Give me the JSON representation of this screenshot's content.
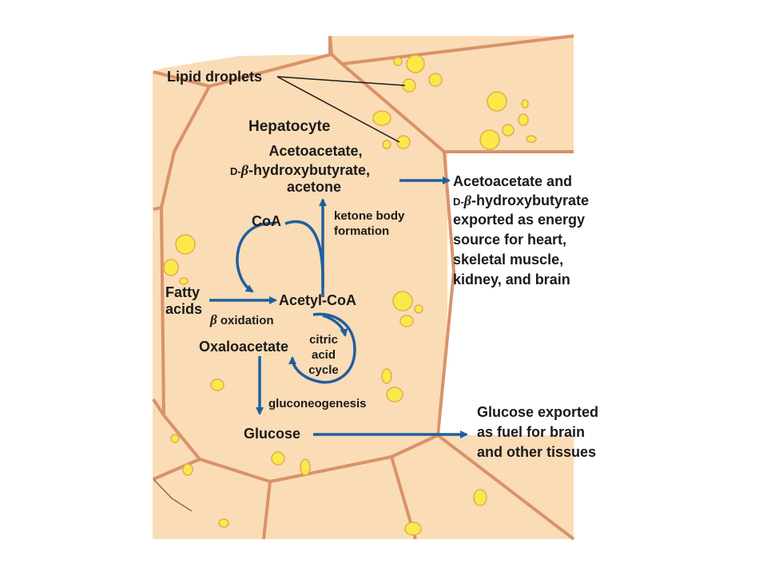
{
  "labels": {
    "lipid_droplets": "Lipid droplets",
    "hepatocyte": "Hepatocyte",
    "acetoacetate_line1": "Acetoacetate,",
    "hydroxy_prefix": "D-",
    "beta": "β",
    "hydroxy_suffix": "-hydroxybutyrate,",
    "acetone": "acetone",
    "coa": "CoA",
    "ketone_line1": "ketone body",
    "ketone_line2": "formation",
    "fatty_line1": "Fatty",
    "fatty_line2": "acids",
    "acetyl_coa": "Acetyl-CoA",
    "beta_oxidation_suffix": " oxidation",
    "oxaloacetate": "Oxaloacetate",
    "citric_line1": "citric",
    "citric_line2": "acid",
    "citric_line3": "cycle",
    "gluconeogenesis": "gluconeogenesis",
    "glucose": "Glucose"
  },
  "export_ketone": {
    "line1": "Acetoacetate and",
    "line2_prefix": "D-",
    "line2_suffix": "-hydroxybutyrate",
    "line3": "exported as energy",
    "line4": "source for heart,",
    "line5": "skeletal muscle,",
    "line6": "kidney, and brain"
  },
  "export_glucose": {
    "line1": "Glucose exported",
    "line2": "as fuel for brain",
    "line3": "and other tissues"
  },
  "colors": {
    "cell_fill": "#fadcb6",
    "cell_border": "#d9926a",
    "droplet_fill": "#fbe94a",
    "droplet_stroke": "#e2ac54",
    "arrow": "#1f5f9e",
    "text": "#1a1a1a"
  }
}
